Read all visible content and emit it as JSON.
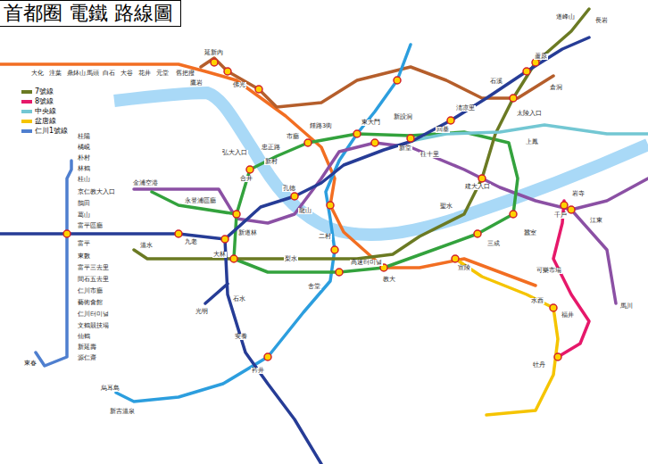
{
  "diagram": {
    "title": "首都圈 電鐵 路線圖",
    "labels": [
      "道峰山",
      "長岩",
      "蘆原",
      "倉洞",
      "石溪",
      "太陵入口",
      "淸凉里",
      "回基",
      "新設洞",
      "東大門",
      "鍾路3街",
      "市廳",
      "忠正路",
      "新村",
      "弘大入口",
      "合井",
      "孔德",
      "龍山",
      "二村",
      "梨水",
      "舍堂",
      "教大",
      "高速터미널",
      "宣陵",
      "三成",
      "蠶室",
      "建大入口",
      "聖水",
      "往十里",
      "新堂",
      "上鳳",
      "千戶",
      "江東",
      "可樂市場",
      "水西",
      "福井",
      "牡丹",
      "馬川",
      "岩寺",
      "大林",
      "新道林",
      "九老",
      "永登浦區廳",
      "金浦空港",
      "溫水",
      "光明",
      "石水",
      "安養",
      "衿井",
      "烏耳島",
      "新吉溫泉",
      "大化",
      "注葉",
      "鼎鉢山",
      "馬頭",
      "白石",
      "大谷",
      "花井",
      "元堂",
      "舊把撥",
      "延新內",
      "佛光",
      "鷹岩",
      "桂陽",
      "橘峴",
      "朴村",
      "林鶴",
      "桂山",
      "京仁教大入口",
      "鵲田",
      "葛山",
      "富平區廳",
      "富平",
      "東數",
      "富平三去里",
      "間石五去里",
      "仁川市廳",
      "藝術會館",
      "仁川터미널",
      "文鶴競技場",
      "仙鶴",
      "新延壽",
      "源仁齋",
      "東春"
    ],
    "legend": [
      {
        "text": "7號線",
        "color": "#6b7a23"
      },
      {
        "text": "8號線",
        "color": "#e6186a"
      },
      {
        "text": "中央線",
        "color": "#73c7d3"
      },
      {
        "text": "盆唐線",
        "color": "#f5c400"
      },
      {
        "text": "仁川1號線",
        "color": "#4f7fcf"
      }
    ]
  }
}
